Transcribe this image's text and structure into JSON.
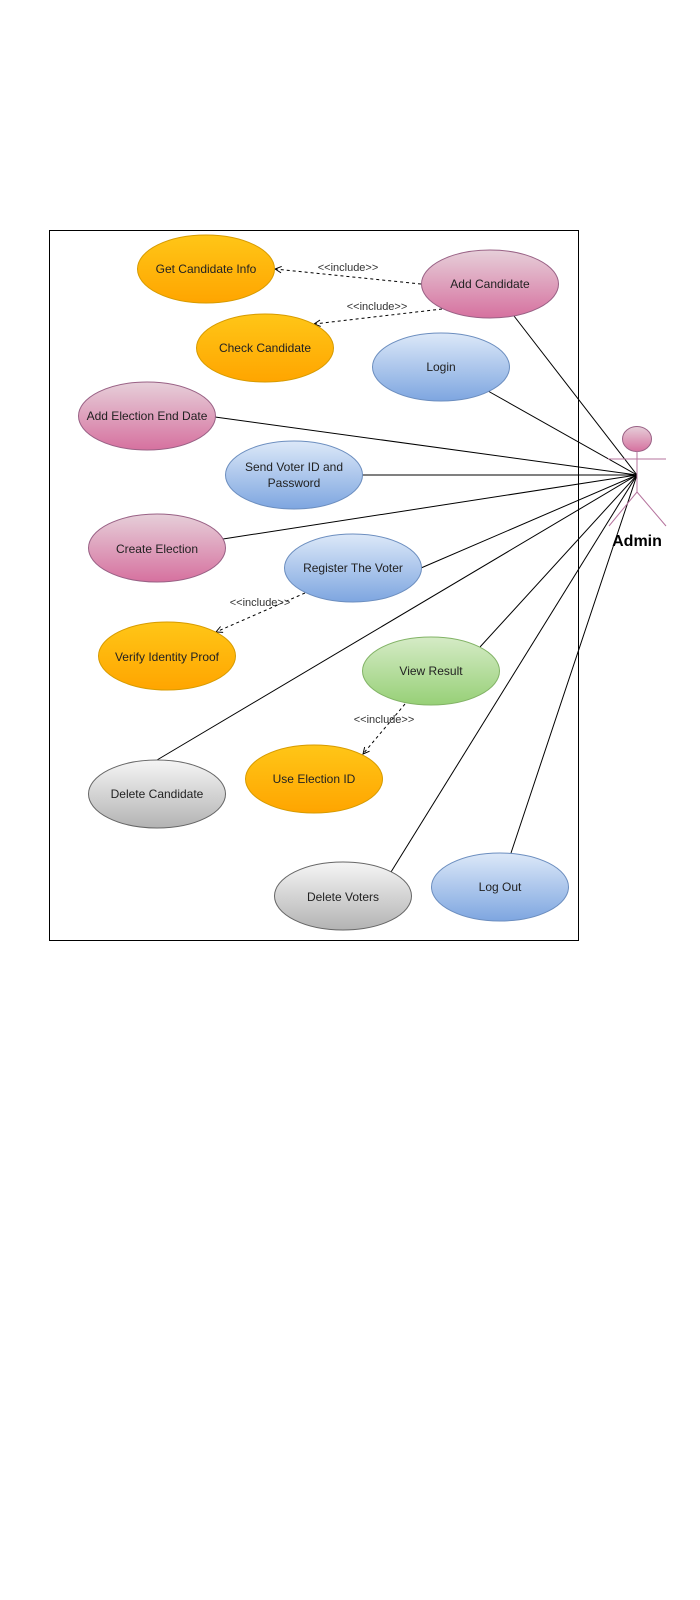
{
  "actor": {
    "name": "Admin"
  },
  "use_cases": {
    "get_candidate_info": "Get Candidate Info",
    "add_candidate": "Add Candidate",
    "check_candidate": "Check Candidate",
    "login": "Login",
    "add_election_end_date": "Add Election End Date",
    "send_voter_id_line1": "Send Voter ID and",
    "send_voter_id_line2": "Password",
    "create_election": "Create Election",
    "register_voter": "Register The Voter",
    "verify_identity": "Verify Identity Proof",
    "view_result": "View Result",
    "use_election_id": "Use Election ID",
    "delete_candidate": "Delete Candidate",
    "delete_voters": "Delete Voters",
    "log_out": "Log Out"
  },
  "relations": {
    "include_1": "<<include>>",
    "include_2": "<<include>>",
    "include_3": "<<include>>",
    "include_4": "<<include>>"
  },
  "colors": {
    "orange": "#ffc10e",
    "orange_dark": "#ffa501",
    "pink": "#e7c2d2",
    "pink_dark": "#d77aa4",
    "blue": "#d6e4f7",
    "blue_dark": "#7ea6e0",
    "green": "#d5ebc6",
    "green_dark": "#97d077",
    "gray": "#f2f2f2",
    "gray_dark": "#b3b3b3"
  }
}
